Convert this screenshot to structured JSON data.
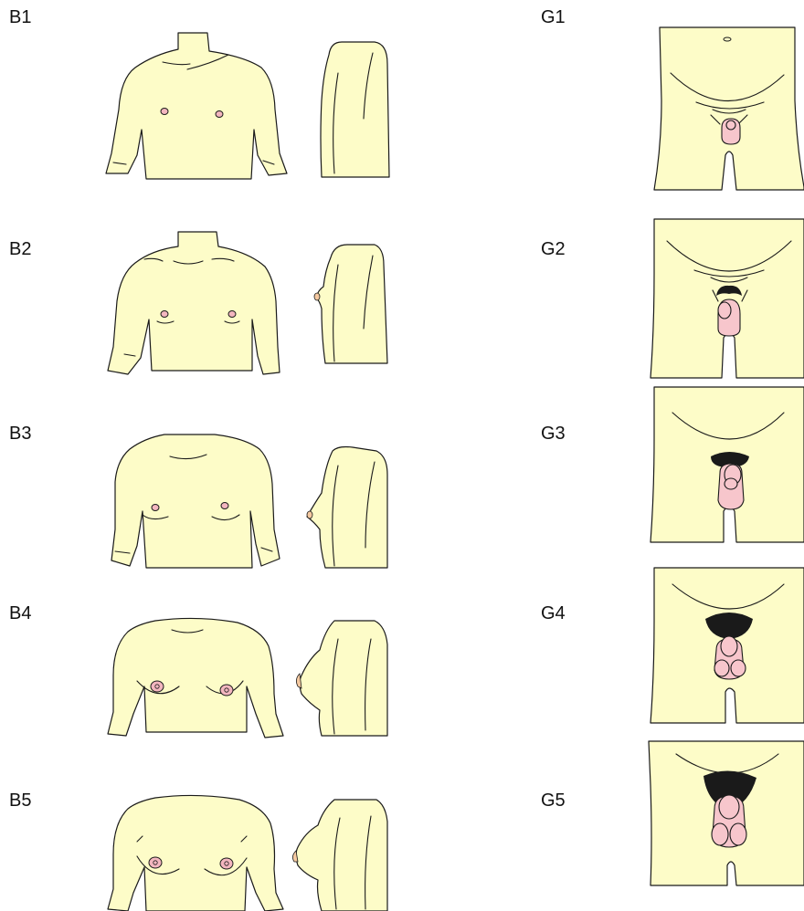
{
  "breast_stages": [
    {
      "label": "B1"
    },
    {
      "label": "B2"
    },
    {
      "label": "B3"
    },
    {
      "label": "B4"
    },
    {
      "label": "B5"
    }
  ],
  "genital_stages": [
    {
      "label": "G1"
    },
    {
      "label": "G2"
    },
    {
      "label": "G3"
    },
    {
      "label": "G4"
    },
    {
      "label": "G5"
    }
  ],
  "colors": {
    "skin": "#fdfcc8",
    "genital": "#f7c6cc",
    "outline": "#1a1a1a",
    "hair": "#1a1a1a"
  }
}
